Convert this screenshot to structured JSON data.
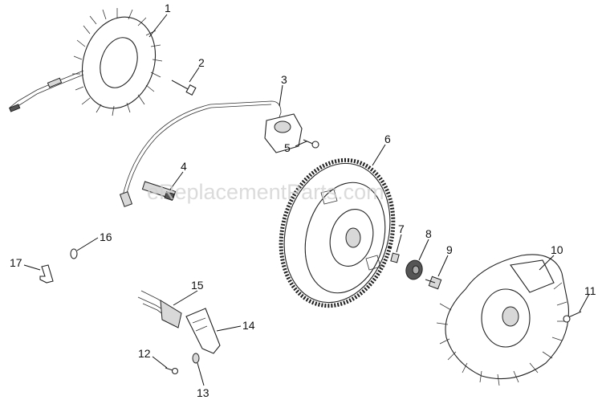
{
  "watermark": "eReplacementParts.com",
  "callouts": [
    "1",
    "2",
    "3",
    "4",
    "5",
    "6",
    "7",
    "8",
    "9",
    "10",
    "11",
    "12",
    "13",
    "14",
    "15",
    "16",
    "17"
  ]
}
